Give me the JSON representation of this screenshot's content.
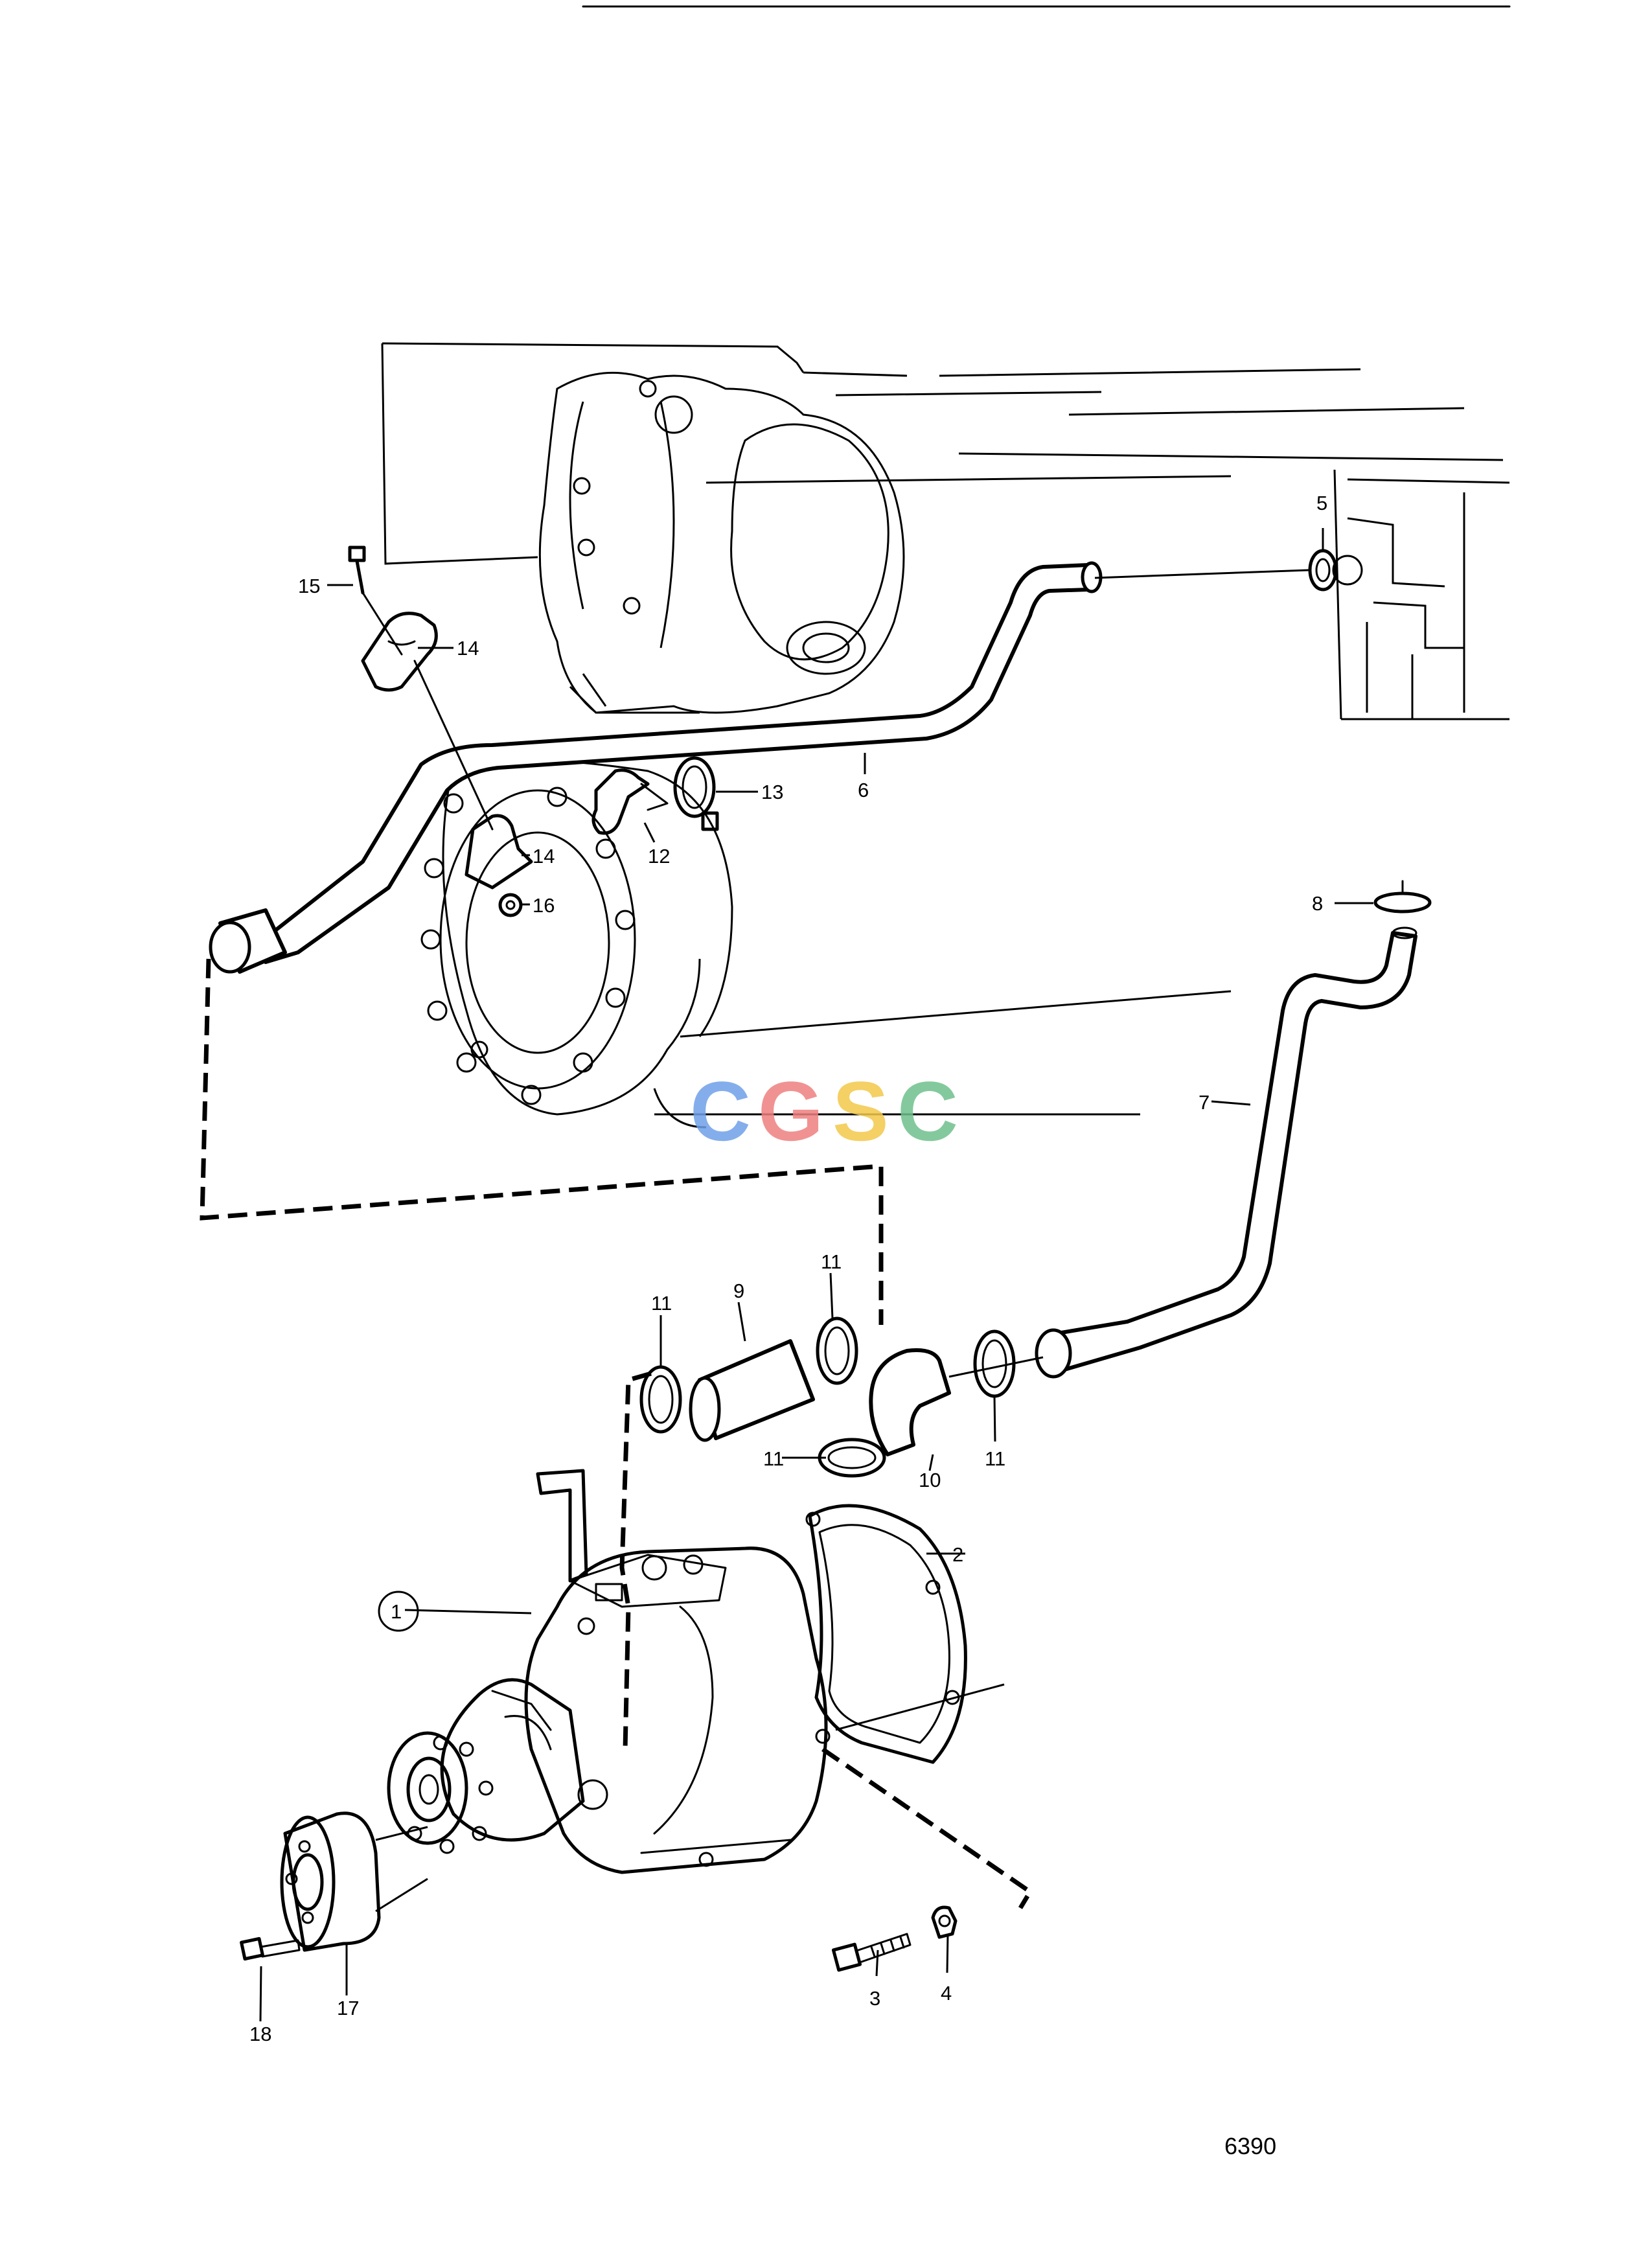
{
  "drawing_code": "6390",
  "watermark": {
    "text": "CGSC",
    "letters": [
      {
        "char": "C",
        "color": "#6ea0e8"
      },
      {
        "char": "G",
        "color": "#ee7f7f"
      },
      {
        "char": "S",
        "color": "#f2c84a"
      },
      {
        "char": "C",
        "color": "#6ebf8c"
      }
    ]
  },
  "callouts": [
    "1",
    "2",
    "3",
    "4",
    "5",
    "6",
    "7",
    "8",
    "9",
    "10",
    "11",
    "12",
    "13",
    "14",
    "15",
    "16",
    "17",
    "18"
  ]
}
